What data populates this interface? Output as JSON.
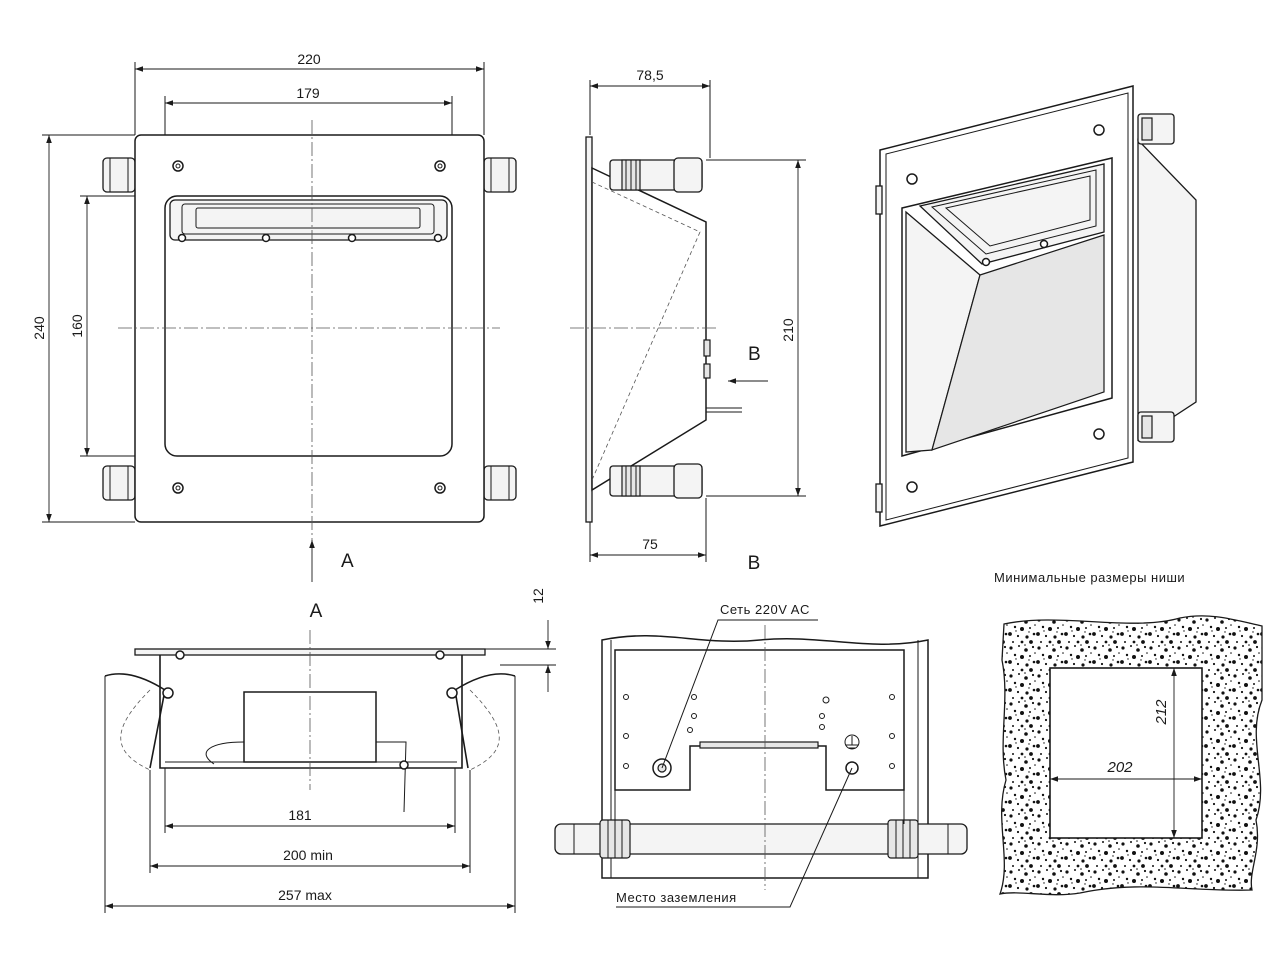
{
  "front_view": {
    "dim_width_outer": "220",
    "dim_width_inner": "179",
    "dim_height_outer": "240",
    "dim_height_inner": "160",
    "view_arrow_label": "A"
  },
  "side_view": {
    "dim_depth_top": "78,5",
    "dim_depth_bottom": "75",
    "dim_height": "210",
    "view_arrow_label": "B"
  },
  "view_a": {
    "title": "A",
    "dim_flange": "12",
    "dim_181": "181",
    "dim_200": "200 min",
    "dim_257": "257 max"
  },
  "view_b": {
    "title": "B",
    "label_power": "Сеть 220V AC",
    "label_ground": "Место заземления"
  },
  "niche": {
    "title": "Минимальные размеры ниши",
    "dim_width": "202",
    "dim_height": "212"
  }
}
